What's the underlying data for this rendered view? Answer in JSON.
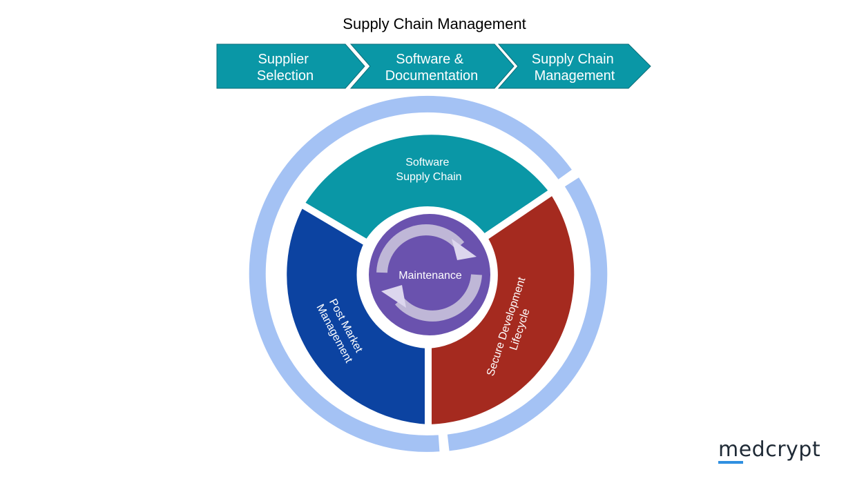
{
  "title": "Supply Chain Management",
  "steps": [
    {
      "line1": "Supplier",
      "line2": "Selection"
    },
    {
      "line1": "Software &",
      "line2": "Documentation"
    },
    {
      "line1": "Supply Chain",
      "line2": "Management"
    }
  ],
  "segments": {
    "top": {
      "line1": "Software",
      "line2": "Supply Chain"
    },
    "right": {
      "line1": "Secure Development",
      "line2": "Lifecycle"
    },
    "left": {
      "line1": "Post Market",
      "line2": "Management"
    }
  },
  "center": "Maintenance",
  "logo": "medcrypt",
  "colors": {
    "teal": "#0a97a6",
    "red": "#a52a1f",
    "blue": "#0c43a1",
    "purple": "#6a52ae",
    "outer_ring": "#a4c2f4"
  }
}
